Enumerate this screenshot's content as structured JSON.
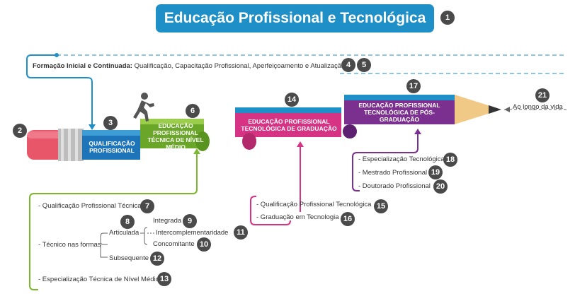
{
  "title": "Educação Profissional e Tecnológica",
  "badges": {
    "b1": "1",
    "b2": "2",
    "b3": "3",
    "b4": "4",
    "b5": "5",
    "b6": "6",
    "b7": "7",
    "b8": "8",
    "b9": "9",
    "b10": "10",
    "b11": "11",
    "b12": "12",
    "b13": "13",
    "b14": "14",
    "b15": "15",
    "b16": "16",
    "b17": "17",
    "b18": "18",
    "b19": "19",
    "b20": "20",
    "b21": "21"
  },
  "fic": {
    "bold": "Formação Inicial e Continuada:",
    "rest": " Qualificação, Capacitação Profissional, Aperfeiçoamento e Atualização"
  },
  "segments": {
    "qualificacao": "QUALIFICAÇÃO PROFISSIONAL",
    "tecnica": "EDUCAÇÃO PROFISSIONAL TÉCNICA DE NÍVEL MÉDIO",
    "graduacao": "EDUCAÇÃO PROFISSIONAL TECNOLÓGICA DE GRADUAÇÃO",
    "posgrad": "EDUCAÇÃO PROFISSIONAL TECNOLÓGICA DE PÓS-GRADUAÇÃO"
  },
  "ao_longo": "Ao longo da vida",
  "tecnica_items": {
    "qualif": "- Qualificação Profissional Técnica",
    "formas": "- Técnico nas formas",
    "articulada": "Articulada",
    "integrada": "Integrada",
    "intercomp": "Intercomplementaridade",
    "concomitante": "Concomitante",
    "subsequente": "Subsequente",
    "especializacao": "- Especialização Técnica de Nível Médio"
  },
  "graduacao_items": {
    "qualif_tec": "- Qualificação Profissional Tecnológica",
    "grad_tec": "- Graduação em Tecnologia"
  },
  "pos_items": {
    "espec": "- Especialização Tecnológica",
    "mestrado": "- Mestrado Profissional",
    "doutorado": "- Doutorado Profissional"
  },
  "colors": {
    "blue": "#1e8fc7",
    "green": "#7cb82f",
    "pink": "#d63384",
    "purple": "#7b2f8e",
    "red": "#e0455a",
    "gray": "#4a4a4a"
  }
}
